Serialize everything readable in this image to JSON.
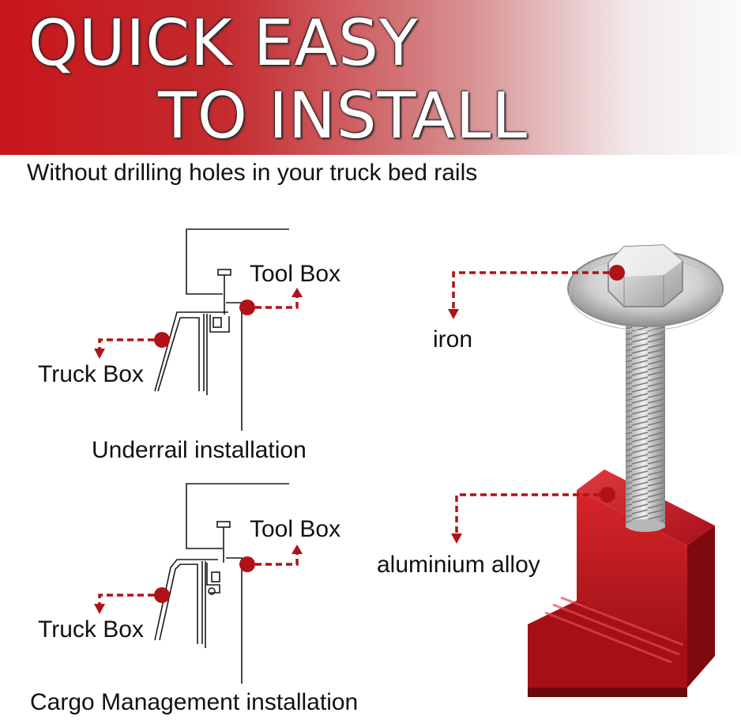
{
  "banner": {
    "line1": "QUICK EASY",
    "line2": "TO INSTALL"
  },
  "subtitle": "Without drilling holes in your truck bed rails",
  "diagrams": [
    {
      "caption": "Underrail installation",
      "tool_box_label": "Tool Box",
      "truck_box_label": "Truck Box"
    },
    {
      "caption": "Cargo Management installation",
      "tool_box_label": "Tool Box",
      "truck_box_label": "Truck Box"
    }
  ],
  "product": {
    "bolt_material": "iron",
    "clamp_material": "aluminium alloy"
  },
  "colors": {
    "accent": "#c8161b",
    "callout": "#b01217",
    "clamp": "#c1141a"
  }
}
